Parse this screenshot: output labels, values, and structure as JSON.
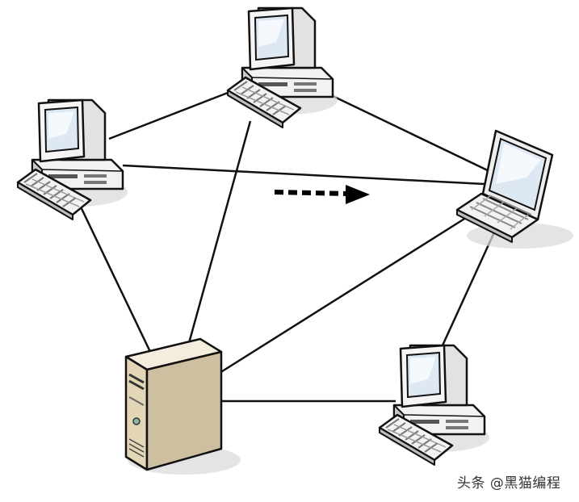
{
  "watermark": {
    "text": "头条 @黑猫编程"
  },
  "colors": {
    "line": "#111111",
    "arrow": "#000000",
    "monitor_body": "#f2f2f2",
    "screen": "#dde8f3",
    "server_front": "#efe6d1",
    "server_side": "#cdbf9f"
  },
  "diagram": {
    "nodes": [
      {
        "id": "pc-top",
        "kind": "desktop-computer"
      },
      {
        "id": "pc-left",
        "kind": "desktop-computer"
      },
      {
        "id": "laptop-right",
        "kind": "laptop"
      },
      {
        "id": "pc-bottom-right",
        "kind": "desktop-computer"
      },
      {
        "id": "server",
        "kind": "server-tower"
      }
    ],
    "links": [
      [
        "pc-left",
        "pc-top"
      ],
      [
        "pc-top",
        "laptop-right"
      ],
      [
        "pc-left",
        "laptop-right"
      ],
      [
        "pc-left",
        "server"
      ],
      [
        "pc-top",
        "server"
      ],
      [
        "laptop-right",
        "server"
      ],
      [
        "laptop-right",
        "pc-bottom-right"
      ],
      [
        "server",
        "pc-bottom-right"
      ]
    ],
    "arrow": {
      "style": "dashed",
      "direction": "right"
    }
  }
}
